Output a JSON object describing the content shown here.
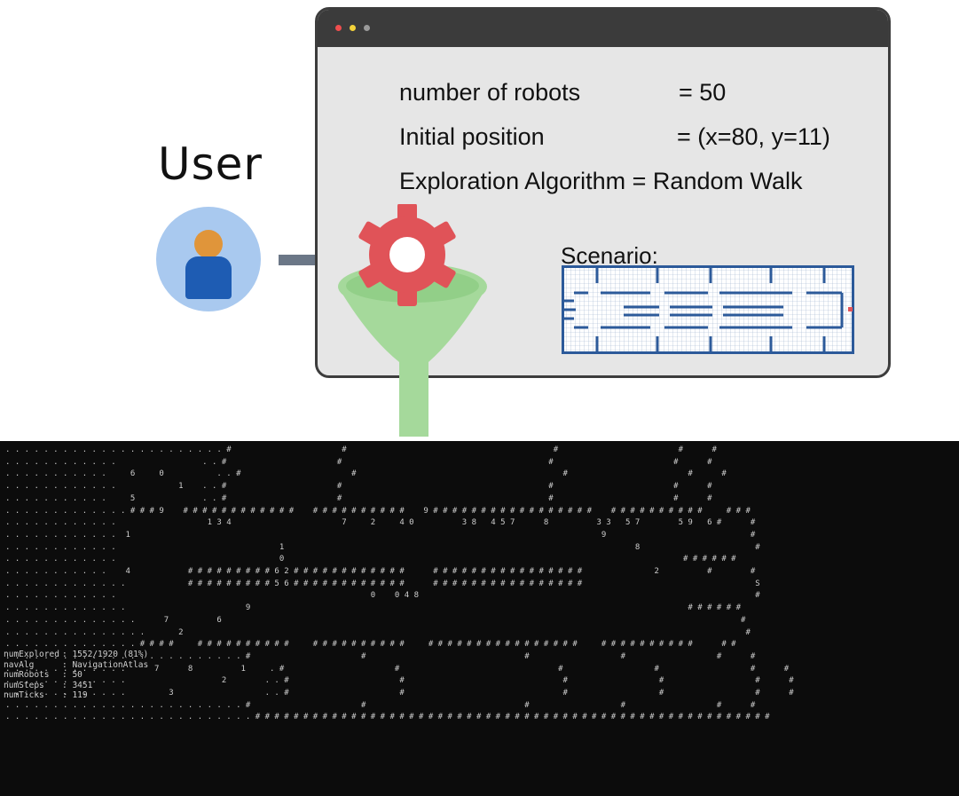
{
  "user": {
    "label": "User"
  },
  "config_window": {
    "params": [
      {
        "key": "number of robots",
        "value": "= 50"
      },
      {
        "key": "Initial position",
        "value": "= (x=80, y=11)"
      },
      {
        "key": "Exploration Algorithm",
        "value": "= Random Walk"
      }
    ],
    "scenario_label": "Scenario:"
  },
  "icons": {
    "user": "user-avatar-icon",
    "arrow": "arrow-right-icon",
    "gear": "gear-icon",
    "funnel": "funnel-icon"
  },
  "colors": {
    "avatar_bg": "#a9c9ef",
    "avatar_head": "#e0953a",
    "avatar_body": "#1e5cb3",
    "arrow": "#6b7787",
    "gear": "#e05358",
    "funnel": "#a5d99b",
    "window_bg": "#e6e6e6",
    "titlebar": "#3b3b3b",
    "map_wall": "#2c5a9a",
    "terminal_bg": "#0c0c0c"
  },
  "terminal": {
    "grid_lines": [
      ". . . . . . . . . . . . . . . . . . . . . . . #                       #                                           #                         #      #",
      ". . . . . . . . . . . .                  . . #                       #                                           #                         #      #",
      ". . . . . . . . . . .     6     0           . . #                       #                                           #                         #      #",
      ". . . . . . . . . . . .             1    . . #                       #                                           #                         #      #",
      ". . . . . . . . . . .     5              . . #                       #                                           #                         #      #",
      ". . . . . . . . . . . . . # # # 9    # # # # # # # # # # # #    # # # # # # # # # #    9 # # # # # # # # # # # # # # # # #    # # # # # # # # # #     # # #",
      ". . . . . . . . . . . .                   1 3 4                       7     2     4 0          3 8   4 5 7      8          3 3   5 7        5 9   6 #      #",
      ". . . . . . . . . . . .  1                                                                                                  9                              #",
      ". . . . . . . . . . . .                                  1                                                                         8                        #",
      ". . . . . . . . . . . .                                  0                                                                                   # # # # # #",
      ". . . . . . . . . . .    4            # # # # # # # # # 6 2 # # # # # # # # # # # #      # # # # # # # # # # # # # # # #               2          #        #",
      ". . . . . . . . . . . . .             # # # # # # # # # 5 6 # # # # # # # # # # # #      # # # # # # # # # # # # # # # #                                    S",
      ". . . . . . . . . . . .                                                     0    0 4 8                                                                      #",
      ". . . . . . . . . . . . .                         9                                                                                           # # # # # #",
      ". . . . . . . . . . . . . .      7          6                                                                                                            #",
      ". . . . . . . . . . . . . . .       2                                                                                                                     #",
      ". . . . . . . . . . . . . . # # # #     # # # # # # # # # #     # # # # # # # # # #     # # # # # # # # # # # # # # # #     # # # # # # # # # #      # #",
      ". . . . . . . . . . . . . . . . . . . . . . . . . #                       #                                 #                   #                   #      #",
      ". . . . . . . . . . . . .      7      8          1     . #                       #                                 #                   #                   #      #",
      ". . . . . . . . . . . . .                    2        . . #                       #                                 #                   #                   #      #",
      ". . . . . . . . . . . . .         3                   . . #                       #                                 #                   #                   #      #",
      ". . . . . . . . . . . . . . . . . . . . . . . . . #                       #                                 #                   #                   #      #",
      ". . . . . . . . . . . . . . . . . . . . . . . . . . # # # # # # # # # # # # # # # # # # # # # # # # # # # # # # # # # # # # # # # # # # # # # # # # # # # # # #"
    ],
    "stats": [
      {
        "key": "numExplored",
        "value": ": 1552/1920 (81%)"
      },
      {
        "key": "navAlg",
        "value": ": NavigationAtlas"
      },
      {
        "key": "numRobots",
        "value": ": 50"
      },
      {
        "key": "numSteps",
        "value": ": 3451"
      },
      {
        "key": "numTicks",
        "value": ": 119"
      }
    ]
  }
}
